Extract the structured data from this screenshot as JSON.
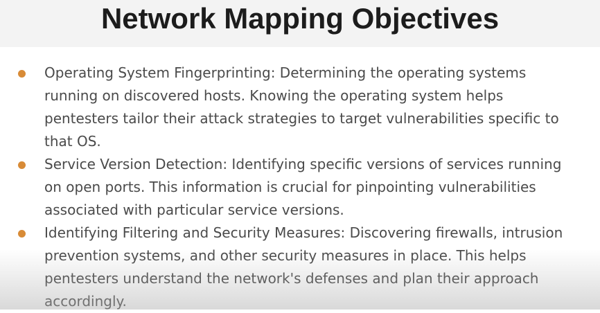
{
  "slide": {
    "title": "Network Mapping Objectives",
    "bullets": [
      {
        "text": "Operating System Fingerprinting: Determining the operating systems running on discovered hosts. Knowing the operating system helps pentesters tailor their attack strategies to target vulnerabilities specific to that OS."
      },
      {
        "text": "Service Version Detection: Identifying specific versions of services running on open ports. This information is crucial for pinpointing vulnerabilities associated with particular service versions."
      },
      {
        "text": "Identifying Filtering and Security Measures: Discovering firewalls, intrusion prevention systems, and other security measures in place. This helps pentesters understand the network's defenses and plan their approach accordingly."
      }
    ],
    "colors": {
      "title_bar_bg": "#f3f3f3",
      "title_text": "#1c1c1c",
      "body_text": "#4a4a4a",
      "bullet_dot": "#d88b37"
    }
  }
}
